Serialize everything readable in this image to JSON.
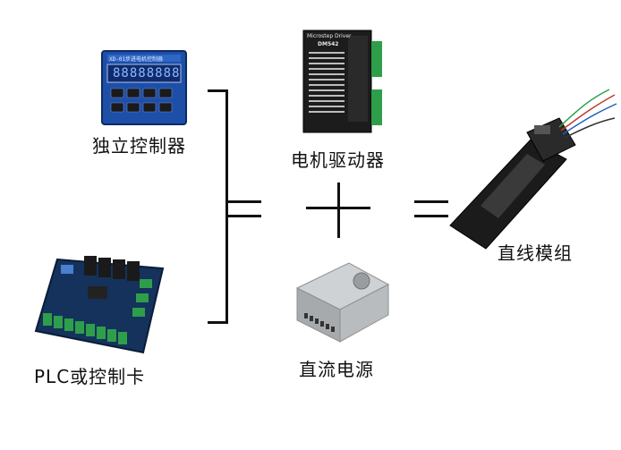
{
  "labels": {
    "independent_controller": "独立控制器",
    "plc_card": "PLC或控制卡",
    "motor_driver": "电机驱动器",
    "dc_power": "直流电源",
    "linear_module": "直线模组"
  },
  "device_text": {
    "controller_header": "XD-01步进电机控制器",
    "controller_display": "88888888",
    "driver_title": "Microstep Driver",
    "driver_model": "DM542"
  },
  "symbols": {
    "plus": "+",
    "equals": "="
  },
  "colors": {
    "controller_blue": "#1e4fa8",
    "controller_display": "#0e2c6b",
    "pcb_blue": "#14325c",
    "terminal_green": "#2e9e4a",
    "relay_black": "#1a1a1a",
    "driver_black": "#1c1c1c",
    "psu_silver": "#b9bcbf",
    "module_black": "#1b1b1b"
  }
}
